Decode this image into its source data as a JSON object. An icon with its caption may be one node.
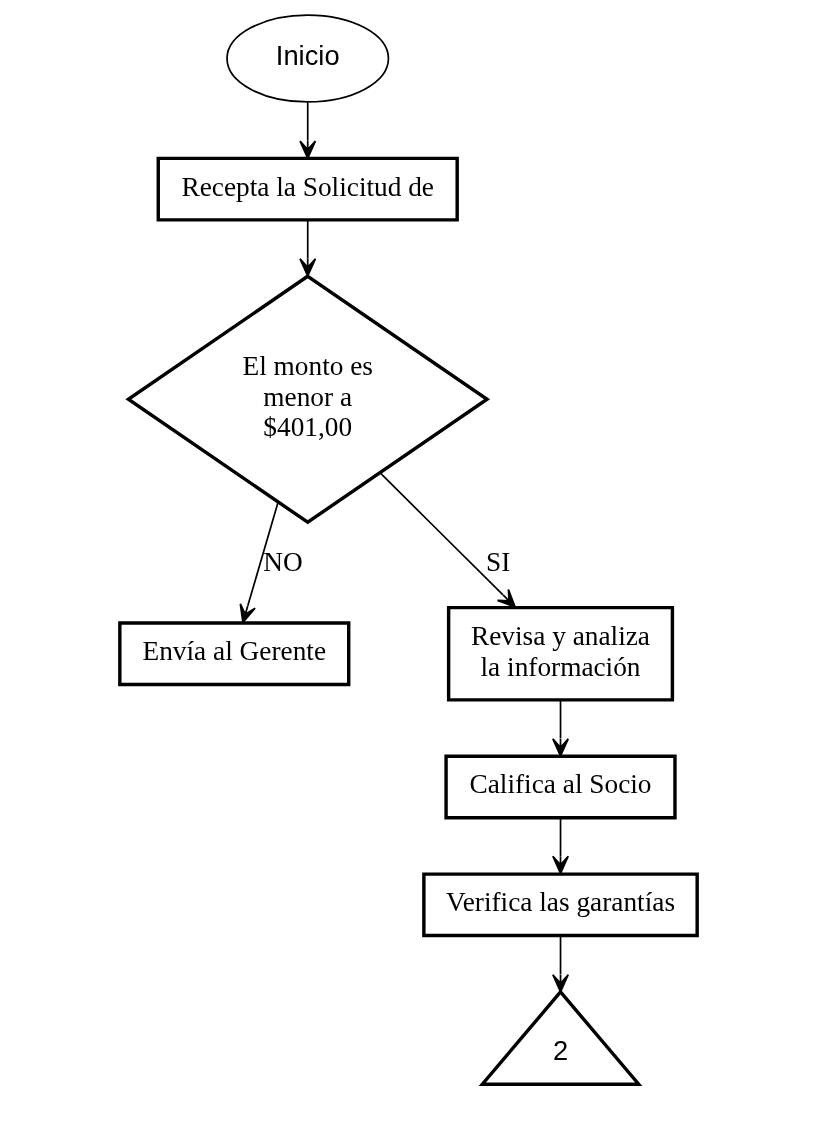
{
  "diagram": {
    "nodes": [
      {
        "text": [
          "Inicio"
        ]
      },
      {
        "text": [
          "Recepta la Solicitud de"
        ]
      },
      {
        "text": [
          "El monto es menor a $401,00"
        ]
      },
      {
        "text": [
          "Envía al Gerente"
        ]
      },
      {
        "text": [
          "Revisa y analiza la información"
        ]
      },
      {
        "text": [
          "Califica al Socio"
        ]
      },
      {
        "text": [
          "Verifica las garantías"
        ]
      },
      {
        "text": [
          "2"
        ]
      }
    ],
    "edges": [
      {
        "from": 0,
        "to": 1,
        "arrow": "to"
      },
      {
        "from": 1,
        "to": 2,
        "arrow": "to"
      },
      {
        "from": 2,
        "to": 3,
        "arrow": "to",
        "label": "NO"
      },
      {
        "from": 2,
        "to": 4,
        "arrow": "to",
        "label": "SI"
      },
      {
        "from": 4,
        "to": 5,
        "arrow": "to"
      },
      {
        "from": 5,
        "to": 6,
        "arrow": "to"
      },
      {
        "from": 6,
        "to": 7,
        "arrow": "to"
      }
    ]
  }
}
